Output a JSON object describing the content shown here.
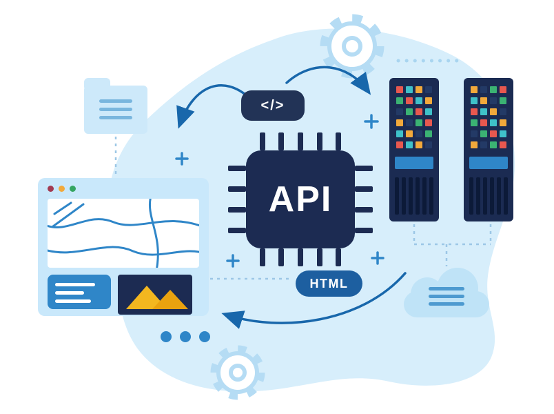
{
  "illustration": {
    "chip": {
      "label": "API"
    },
    "code_badge": {
      "label": "</>"
    },
    "html_badge": {
      "label": "HTML"
    },
    "browser_window": {
      "control_dots": [
        "#a23b52",
        "#f2a93b",
        "#35a562"
      ]
    },
    "servers": {
      "count": 2,
      "led_rows": 6,
      "led_cols": 4,
      "led_palette": [
        "#e8584f",
        "#f2a93b",
        "#3bb273",
        "#3fc1c9",
        "#233a66"
      ]
    },
    "colors": {
      "navy": "#1c2b52",
      "primary_blue": "#2f86c8",
      "arrow_blue": "#1867ab",
      "badge_blue": "#1d5fa0",
      "light_blue": "#cde9fa",
      "blob_blue": "#d7eefb",
      "accent_yellow": "#f3b71f"
    }
  }
}
